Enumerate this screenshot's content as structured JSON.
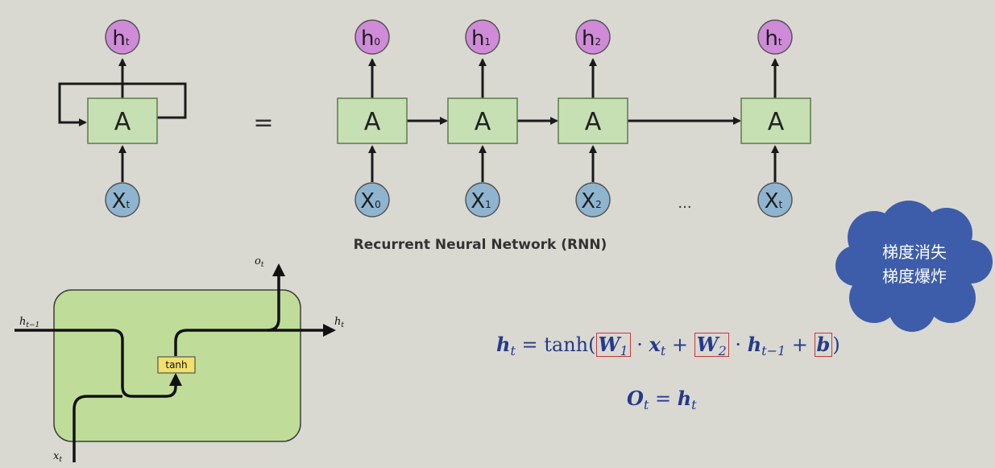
{
  "rolled": {
    "cell_label": "A",
    "output": {
      "main": "h",
      "sub": "t"
    },
    "input": {
      "main": "X",
      "sub": "t"
    }
  },
  "equals": "=",
  "unrolled": [
    {
      "cell_label": "A",
      "output": {
        "main": "h",
        "sub": "0"
      },
      "input": {
        "main": "X",
        "sub": "0"
      }
    },
    {
      "cell_label": "A",
      "output": {
        "main": "h",
        "sub": "1"
      },
      "input": {
        "main": "X",
        "sub": "1"
      }
    },
    {
      "cell_label": "A",
      "output": {
        "main": "h",
        "sub": "2"
      },
      "input": {
        "main": "X",
        "sub": "2"
      }
    },
    {
      "cell_label": "A",
      "output": {
        "main": "h",
        "sub": "t"
      },
      "input": {
        "main": "X",
        "sub": "t"
      }
    }
  ],
  "ellipsis": "...",
  "caption": "Recurrent Neural Network (RNN)",
  "cell_detail": {
    "output_label": {
      "main": "o",
      "sub": "t"
    },
    "prev_hidden_label": {
      "main": "h",
      "sub": "t−1"
    },
    "hidden_label": {
      "main": "h",
      "sub": "t"
    },
    "input_label": {
      "main": "x",
      "sub": "t"
    },
    "activation": "tanh"
  },
  "cloud": {
    "line1": "梯度消失",
    "line2": "梯度爆炸"
  },
  "formula1": {
    "lhs": "h",
    "lhs_sub": "t",
    "eq": " = tanh(",
    "w1": "W",
    "w1_sub": "1",
    "dot1": " · ",
    "x": "x",
    "x_sub": "t",
    "plus1": " + ",
    "w2": "W",
    "w2_sub": "2",
    "dot2": " · ",
    "h": "h",
    "h_sub": "t−1",
    "plus2": " + ",
    "b": "b",
    "close": ")"
  },
  "formula2": {
    "lhs": "O",
    "lhs_sub": "t",
    "eq": " = ",
    "rhs": "h",
    "rhs_sub": "t"
  },
  "colors": {
    "cell_fill": "#c6e0b4",
    "cell_stroke": "#5d7a4a",
    "output_node": "#cf8bd8",
    "input_node": "#8fb4cf",
    "cloud": "#3d5daa",
    "formula": "#253a8a",
    "highlight_box": "#c9363a",
    "detail_fill": "#bfdc98",
    "tanh_fill": "#f1e06a"
  }
}
